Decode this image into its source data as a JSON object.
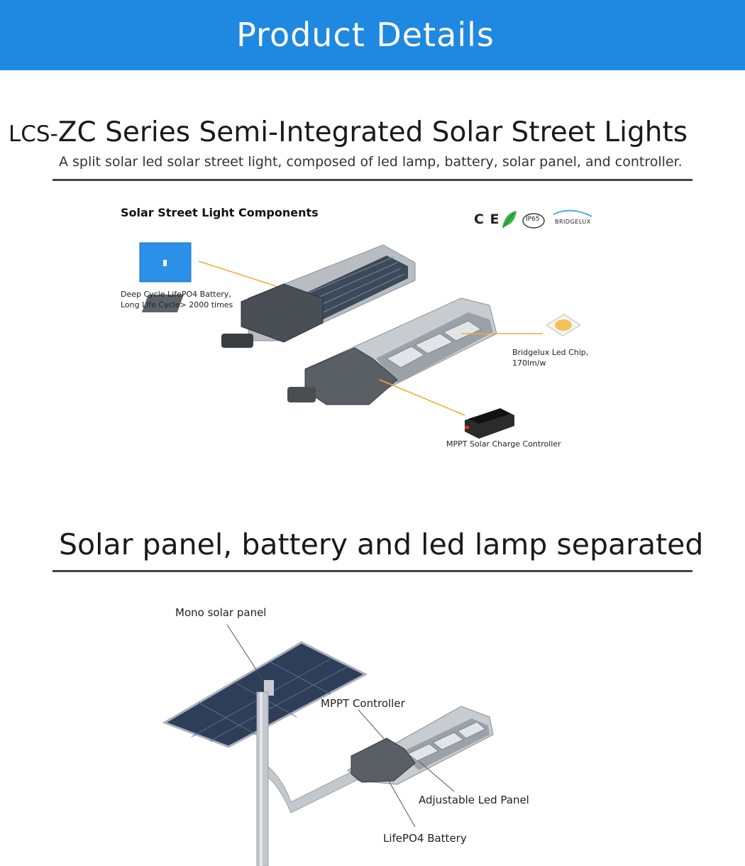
{
  "banner": {
    "title": "Product  Details",
    "color": "#1f88e0"
  },
  "section1": {
    "title_prefix": "LCS-",
    "title_main": "ZC Series Semi-Integrated Solar Street Lights",
    "subtitle": "A split solar led solar street light, composed of led lamp, battery, solar panel, and controller.",
    "components_title": "Solar Street Light Components",
    "certs": {
      "ce": "C E",
      "ip65": "IP65",
      "bridgelux": "BRIDGELUX"
    },
    "labels": {
      "battery_line1": "Deep Cycle LifePO4 Battery,",
      "battery_line2": "Long Life Cycle> 2000 times",
      "chip_line1": "Bridgelux Led Chip,",
      "chip_line2": "170lm/w",
      "controller": "MPPT Solar Charge Controller"
    }
  },
  "section2": {
    "title": "Solar panel, battery and led lamp separated",
    "labels": {
      "panel": "Mono solar panel",
      "controller": "MPPT Controller",
      "led": "Adjustable Led Panel",
      "battery": "LifePO4 Battery"
    }
  },
  "icons": [
    "ce-mark-icon",
    "rohs-leaf-icon",
    "ip65-icon",
    "bridgelux-logo-icon"
  ]
}
